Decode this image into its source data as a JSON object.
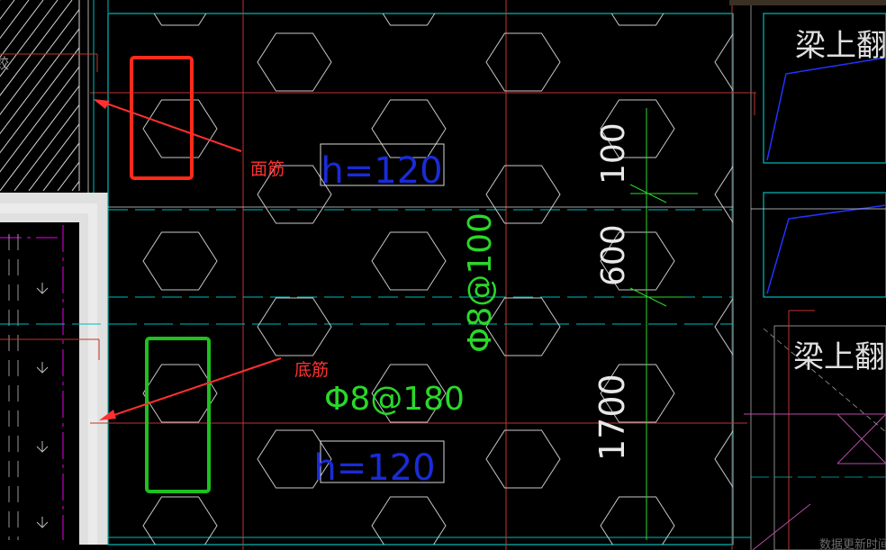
{
  "colors": {
    "background": "#000000",
    "cyan": "#00bcbc",
    "red_line": "#c0342f",
    "white_line": "#d8d8d8",
    "hex": "#c8c8c8",
    "green": "#2ad82a",
    "blue_text": "#1a2bd8",
    "annotation_red": "#ff3030",
    "magenta": "#c000c0",
    "gray_wall": "#e0e0e0",
    "dim_white": "#e8e8e8"
  },
  "labels": {
    "top_rebar": "面筋",
    "bottom_rebar": "底筋",
    "beam_curb_top": "梁上翻墩",
    "beam_curb_bottom": "梁上翻墩",
    "slab_thickness_top": "h=120",
    "slab_thickness_bottom": "h=120",
    "rebar_horizontal": "Φ8@180",
    "rebar_vertical": "Φ8@100",
    "dim_100": "100",
    "dim_600": "600",
    "dim_1700": "1700",
    "partial_label_left": "跤",
    "status_text": "数据更新时间"
  }
}
